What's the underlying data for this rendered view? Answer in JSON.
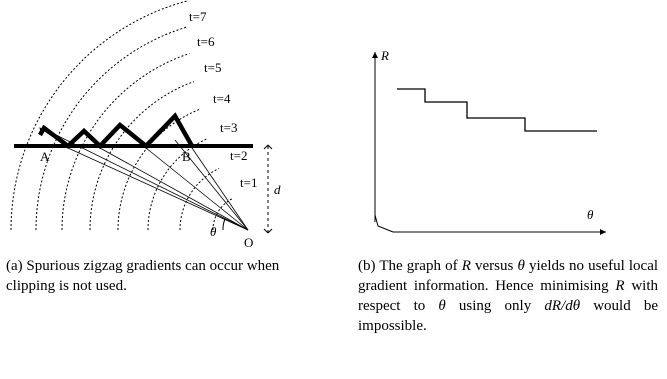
{
  "panel_a": {
    "time_labels": [
      "t=7",
      "t=6",
      "t=5",
      "t=4",
      "t=3",
      "t=2",
      "t=1"
    ],
    "point_a": "A",
    "point_b": "B",
    "origin": "O",
    "distance": "d",
    "angle": "θ",
    "caption": "(a) Spurious zigzag gradients can occur when clipping is not used."
  },
  "panel_b": {
    "y_axis": "R",
    "x_axis": "θ",
    "caption_parts": {
      "p1": "(b) The graph of ",
      "r1": "R",
      "p2": " versus ",
      "th1": "θ",
      "p3": " yields no useful local gradient information. Hence minimising ",
      "r2": "R",
      "p4": " with respect to ",
      "th2": "θ",
      "p5": " using only ",
      "deriv": "dR/dθ",
      "p6": " would be impossible."
    }
  }
}
